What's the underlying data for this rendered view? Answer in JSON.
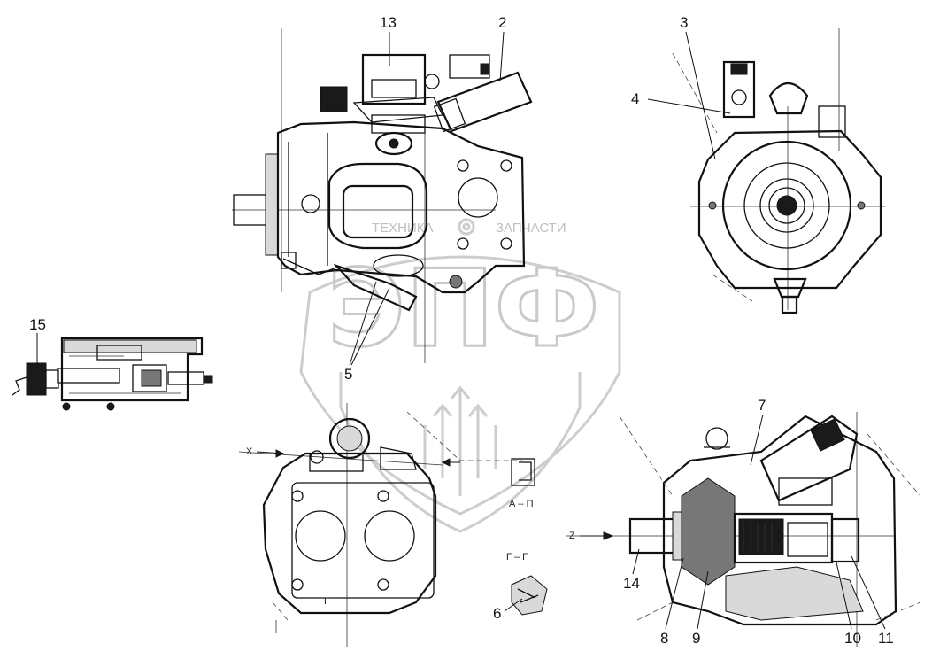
{
  "callouts": [
    {
      "id": "c13",
      "label": "13"
    },
    {
      "id": "c2",
      "label": "2"
    },
    {
      "id": "c3",
      "label": "3"
    },
    {
      "id": "c4",
      "label": "4"
    },
    {
      "id": "c15",
      "label": "15"
    },
    {
      "id": "c5",
      "label": "5"
    },
    {
      "id": "c7",
      "label": "7"
    },
    {
      "id": "c14",
      "label": "14"
    },
    {
      "id": "c8",
      "label": "8"
    },
    {
      "id": "c9",
      "label": "9"
    },
    {
      "id": "c10",
      "label": "10"
    },
    {
      "id": "c11",
      "label": "11"
    },
    {
      "id": "c6",
      "label": "6"
    }
  ],
  "section_labels": {
    "x_arrow": "X",
    "section_a": "А – П",
    "section_g": "Г – Г",
    "z_arrow": "Z",
    "f_mark": "F"
  },
  "watermark": {
    "left_word": "ТЕХНИКА",
    "right_word": "ЗАПЧАСТИ",
    "logo": "ЭПФ"
  }
}
